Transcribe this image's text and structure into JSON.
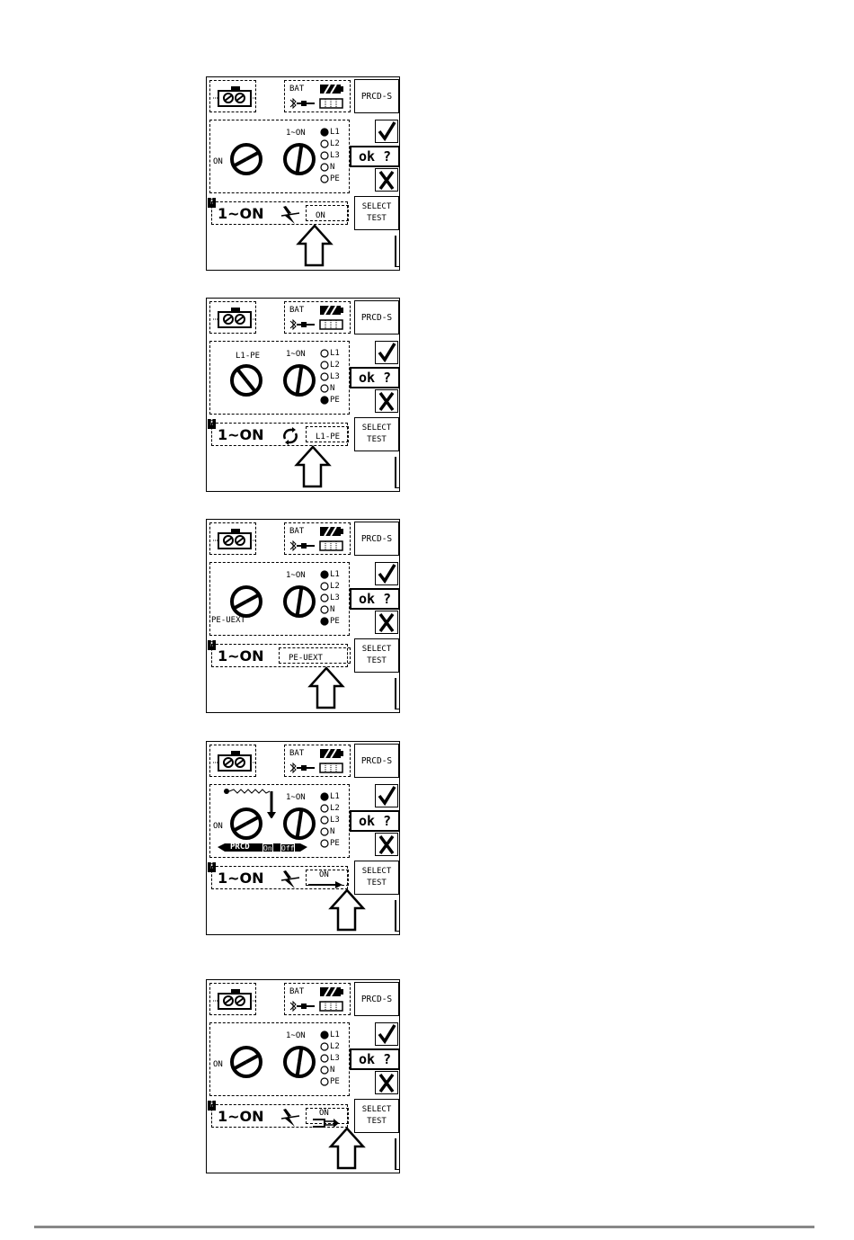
{
  "screens": [
    {
      "mode_btn": "PRCD-S",
      "bat": "BAT",
      "knob_left_label": "ON",
      "knob_left_label_pos": "left",
      "knob_right_label": "1~ON",
      "ok_label": "ok ?",
      "select_test": [
        "SELECT",
        "TEST"
      ],
      "selected_option": "1~ON",
      "right_value": "ON",
      "radios": [
        {
          "label": "L1",
          "on": true
        },
        {
          "label": "L2",
          "on": false
        },
        {
          "label": "L3",
          "on": false
        },
        {
          "label": "N",
          "on": false
        },
        {
          "label": "PE",
          "on": false
        }
      ]
    },
    {
      "mode_btn": "PRCD-S",
      "bat": "BAT",
      "knob_left_label": "L1-PE",
      "knob_left_label_pos": "top",
      "knob_right_label": "1~ON",
      "ok_label": "ok ?",
      "select_test": [
        "SELECT",
        "TEST"
      ],
      "selected_option": "1~ON",
      "right_value": "L1-PE",
      "radios": [
        {
          "label": "L1",
          "on": false
        },
        {
          "label": "L2",
          "on": false
        },
        {
          "label": "L3",
          "on": false
        },
        {
          "label": "N",
          "on": false
        },
        {
          "label": "PE",
          "on": true
        }
      ]
    },
    {
      "mode_btn": "PRCD-S",
      "bat": "BAT",
      "knob_left_label": "PE-UEXT",
      "knob_left_label_pos": "bottom",
      "knob_right_label": "1~ON",
      "ok_label": "ok ?",
      "select_test": [
        "SELECT",
        "TEST"
      ],
      "selected_option": "1~ON",
      "right_value": "PE-UEXT",
      "radios": [
        {
          "label": "L1",
          "on": true
        },
        {
          "label": "L2",
          "on": false
        },
        {
          "label": "L3",
          "on": false
        },
        {
          "label": "N",
          "on": false
        },
        {
          "label": "PE",
          "on": true
        }
      ]
    },
    {
      "mode_btn": "PRCD-S",
      "bat": "BAT",
      "knob_left_label": "ON",
      "knob_left_label_pos": "left",
      "knob_right_label": "1~ON",
      "ok_label": "ok ?",
      "select_test": [
        "SELECT",
        "TEST"
      ],
      "selected_option": "1~ON",
      "right_value": "ON",
      "prcd_bar": {
        "name": "PRCD",
        "on": "On",
        "off": "Off"
      },
      "radios": [
        {
          "label": "L1",
          "on": true
        },
        {
          "label": "L2",
          "on": false
        },
        {
          "label": "L3",
          "on": false
        },
        {
          "label": "N",
          "on": false
        },
        {
          "label": "PE",
          "on": false
        }
      ]
    },
    {
      "mode_btn": "PRCD-S",
      "bat": "BAT",
      "knob_left_label": "ON",
      "knob_left_label_pos": "left",
      "knob_right_label": "1~ON",
      "ok_label": "ok ?",
      "select_test": [
        "SELECT",
        "TEST"
      ],
      "selected_option": "1~ON",
      "right_value": "ON",
      "radios": [
        {
          "label": "L1",
          "on": true
        },
        {
          "label": "L2",
          "on": false
        },
        {
          "label": "L3",
          "on": false
        },
        {
          "label": "N",
          "on": false
        },
        {
          "label": "PE",
          "on": false
        }
      ]
    }
  ]
}
